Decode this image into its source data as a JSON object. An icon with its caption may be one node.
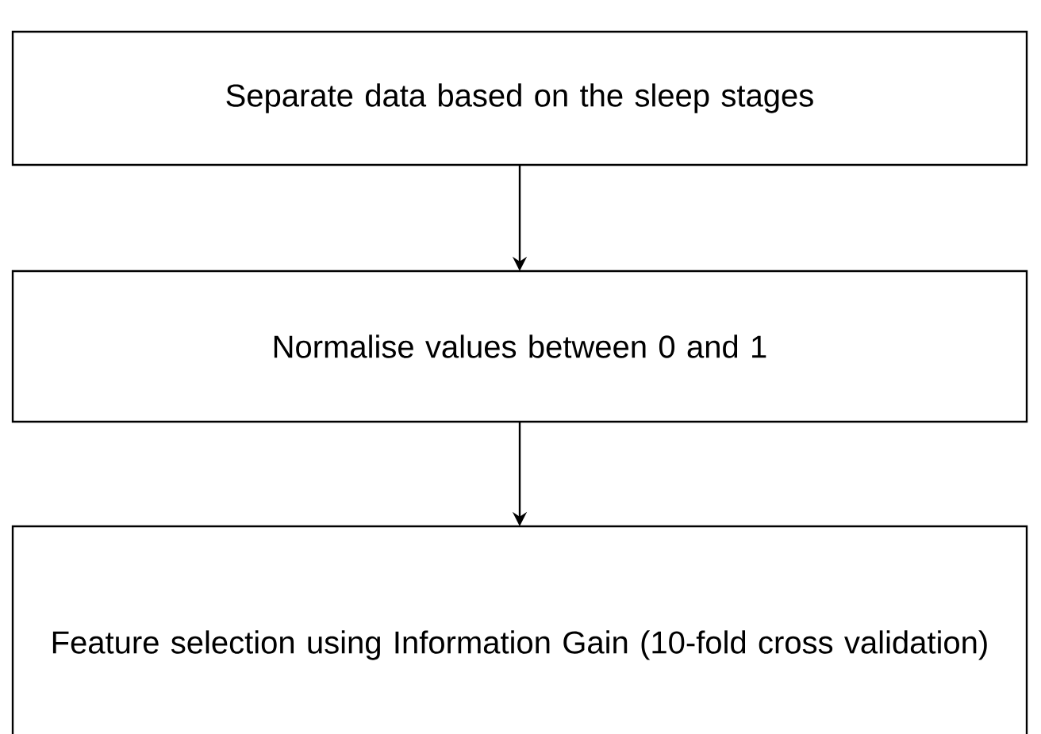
{
  "diagram": {
    "nodes": [
      {
        "text": [
          "Separate data based on the sleep stages"
        ]
      },
      {
        "text": [
          "Normalise values between 0 and 1"
        ]
      },
      {
        "text": [
          "Feature selection using Information Gain (10-fold cross validation)"
        ]
      }
    ],
    "edges": [
      {
        "from": 0,
        "to": 1,
        "arrow": "to"
      },
      {
        "from": 1,
        "to": 2,
        "arrow": "to"
      }
    ]
  }
}
